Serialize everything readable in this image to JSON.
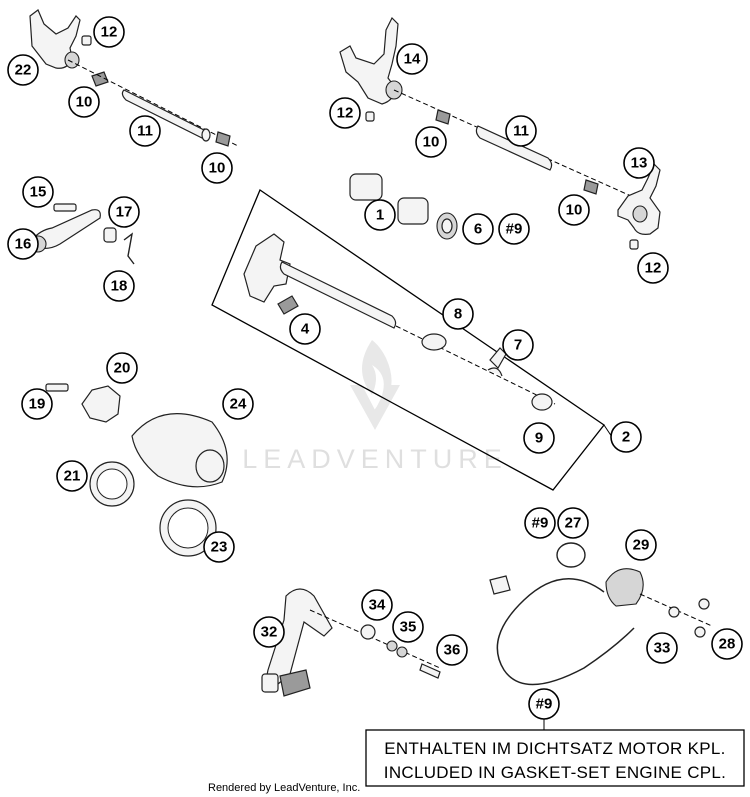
{
  "watermark": "LEADVENTURE",
  "footer": "Rendered by LeadVenture, Inc.",
  "note": {
    "ref": "#9",
    "line1": "ENTHALTEN IM DICHTSATZ MOTOR KPL.",
    "line2": "INCLUDED IN GASKET-SET ENGINE CPL."
  },
  "callouts": {
    "c1": "1",
    "c2": "2",
    "c4": "4",
    "c6": "6",
    "c7": "7",
    "c8": "8",
    "c9": "9",
    "c9ref_a": "#9",
    "c9ref_b": "#9",
    "c10_a": "10",
    "c10_b": "10",
    "c10_c": "10",
    "c10_d": "10",
    "c11_a": "11",
    "c11_b": "11",
    "c12_a": "12",
    "c12_b": "12",
    "c12_c": "12",
    "c13": "13",
    "c14": "14",
    "c15": "15",
    "c16": "16",
    "c17": "17",
    "c18": "18",
    "c19": "19",
    "c20": "20",
    "c21": "21",
    "c22": "22",
    "c23": "23",
    "c24": "24",
    "c27": "27",
    "c28": "28",
    "c29": "29",
    "c32": "32",
    "c33": "33",
    "c34": "34",
    "c35": "35",
    "c36": "36"
  }
}
